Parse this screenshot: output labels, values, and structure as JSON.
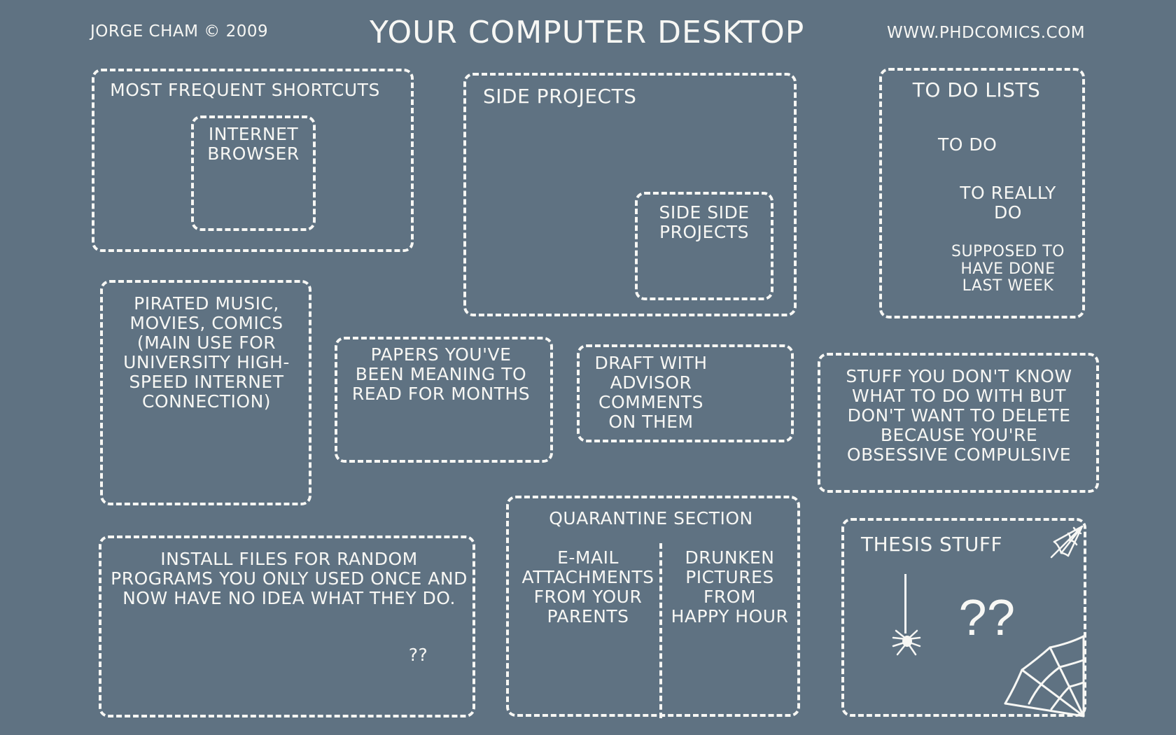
{
  "header": {
    "credit": "JORGE CHAM © 2009",
    "title": "YOUR COMPUTER DESKTOP",
    "site": "WWW.PHDCOMICS.COM"
  },
  "zones": {
    "shortcuts": "MOST FREQUENT SHORTCUTS",
    "browser": "INTERNET\nBROWSER",
    "side_projects": "SIDE PROJECTS",
    "side_side_projects": "SIDE SIDE\nPROJECTS",
    "todo_title": "TO DO LISTS",
    "todo_1": "TO DO",
    "todo_2": "TO REALLY\nDO",
    "todo_3": "SUPPOSED TO\nHAVE DONE\nLAST WEEK",
    "pirated": "PIRATED MUSIC,\nMOVIES, COMICS\n(MAIN USE FOR\nUNIVERSITY HIGH-\nSPEED INTERNET\nCONNECTION)",
    "papers": "PAPERS YOU'VE\nBEEN MEANING TO\nREAD FOR MONTHS",
    "draft": "DRAFT WITH\nADVISOR\nCOMMENTS\nON THEM",
    "stuff": "STUFF YOU DON'T KNOW\nWHAT TO DO WITH BUT\nDON'T WANT TO DELETE\nBECAUSE YOU'RE\nOBSESSIVE COMPULSIVE",
    "install": "INSTALL FILES FOR RANDOM\nPROGRAMS YOU ONLY USED ONCE AND\nNOW HAVE NO IDEA WHAT THEY DO.",
    "install_q": "??",
    "quarantine": "QUARANTINE SECTION",
    "email": "E-MAIL\nATTACHMENTS\nFROM YOUR\nPARENTS",
    "drunken": "DRUNKEN\nPICTURES\nFROM\nHAPPY HOUR",
    "thesis": "THESIS STUFF",
    "thesis_q": "??"
  },
  "icons": {
    "spider": "spider-icon",
    "web_corner": "spider-web-corner-icon",
    "web_bottom": "spider-web-bottom-icon"
  },
  "colors": {
    "background": "#5f7282",
    "ink": "#f7f7f4"
  }
}
